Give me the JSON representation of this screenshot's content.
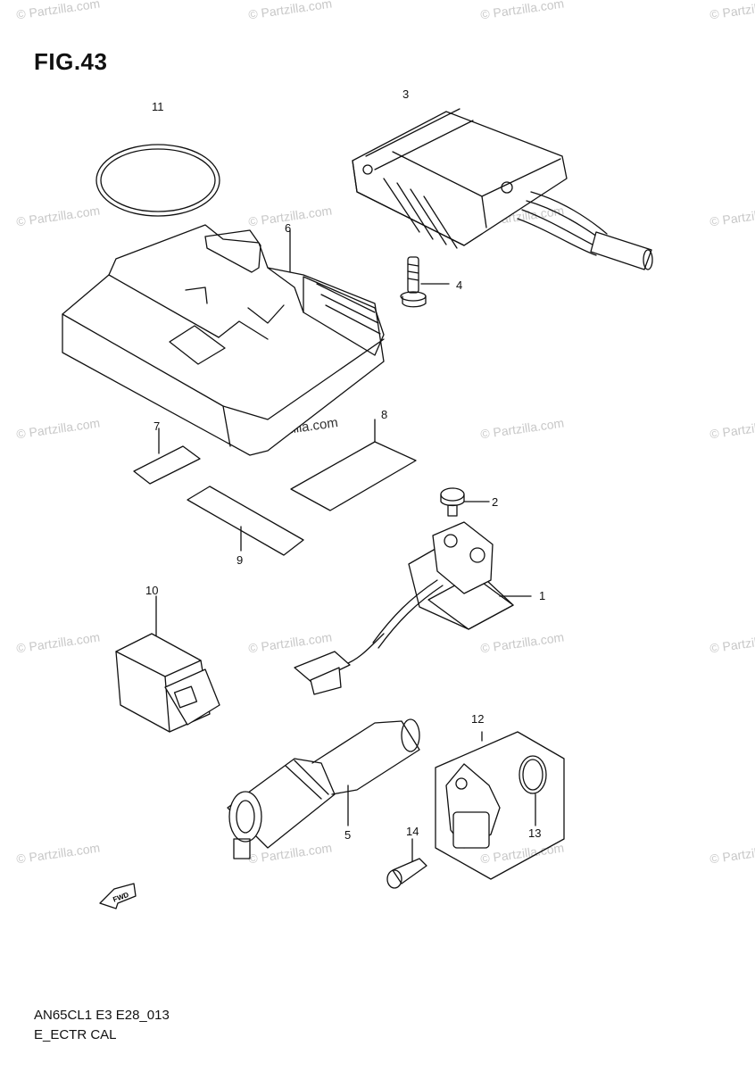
{
  "figure": {
    "title": "FIG.43"
  },
  "footer": {
    "code": "AN65CL1 E3 E28_013",
    "section": "E_ECTR CAL"
  },
  "watermark": {
    "text": "© Partzilla.com",
    "center_text": "© Partzilla.com"
  },
  "fwd_label": "FWD",
  "callouts": {
    "c1": "1",
    "c2": "2",
    "c3": "3",
    "c4": "4",
    "c5": "5",
    "c6": "6",
    "c7": "7",
    "c8": "8",
    "c9": "9",
    "c10": "10",
    "c11": "11",
    "c12": "12",
    "c13": "13",
    "c14": "14"
  }
}
